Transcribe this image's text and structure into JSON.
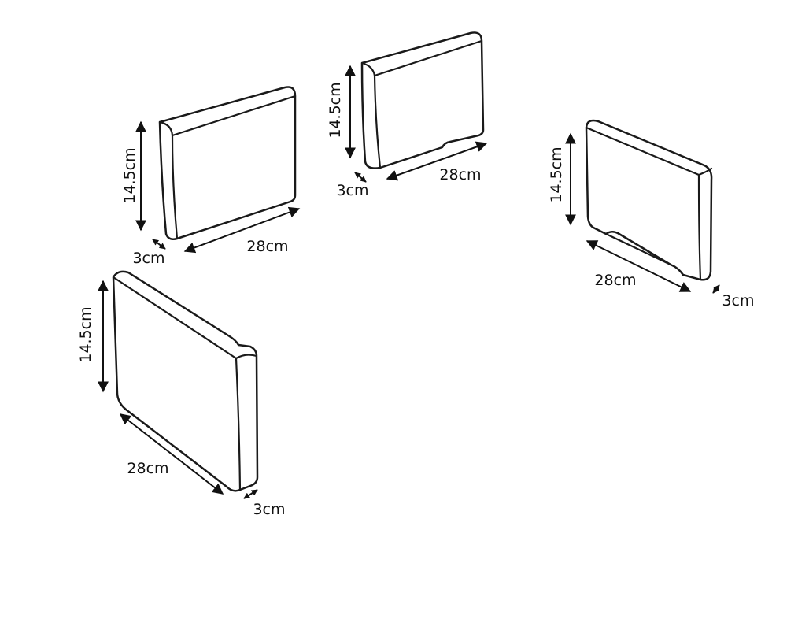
{
  "colors": {
    "line": "#1a1a1a",
    "background": "#ffffff"
  },
  "pieces": [
    {
      "name": "top-left",
      "height_label": "14.5cm",
      "length_label": "28cm",
      "depth_label": "3cm"
    },
    {
      "name": "top-center",
      "height_label": "14.5cm",
      "length_label": "28cm",
      "depth_label": "3cm"
    },
    {
      "name": "right",
      "height_label": "14.5cm",
      "length_label": "28cm",
      "depth_label": "3cm"
    },
    {
      "name": "bottom-left",
      "height_label": "14.5cm",
      "length_label": "28cm",
      "depth_label": "3cm"
    }
  ]
}
